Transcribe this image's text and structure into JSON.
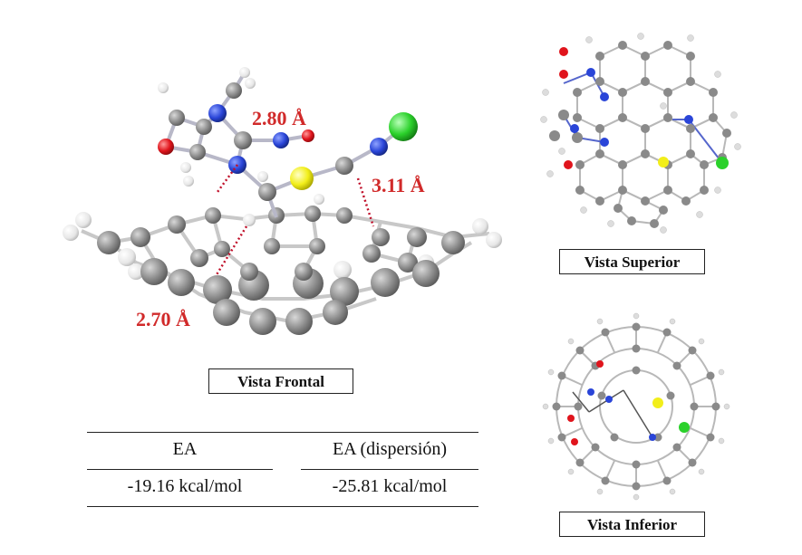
{
  "distances": {
    "d1": "2.80 Å",
    "d2": "3.11 Å",
    "d3": "2.70 Å"
  },
  "captions": {
    "front": "Vista Frontal",
    "top": "Vista Superior",
    "bottom": "Vista Inferior"
  },
  "table": {
    "headers": [
      "EA",
      "EA (dispersión)"
    ],
    "values": [
      "-19.16 kcal/mol",
      "-25.81 kcal/mol"
    ]
  },
  "colors": {
    "carbon": "#8c8c8c",
    "hydrogen": "#eeeeee",
    "nitrogen": "#2a45d8",
    "oxygen": "#e0141c",
    "sulfur": "#f2ee1a",
    "chlorine": "#2bd12b",
    "distance": "#d12a2a"
  }
}
